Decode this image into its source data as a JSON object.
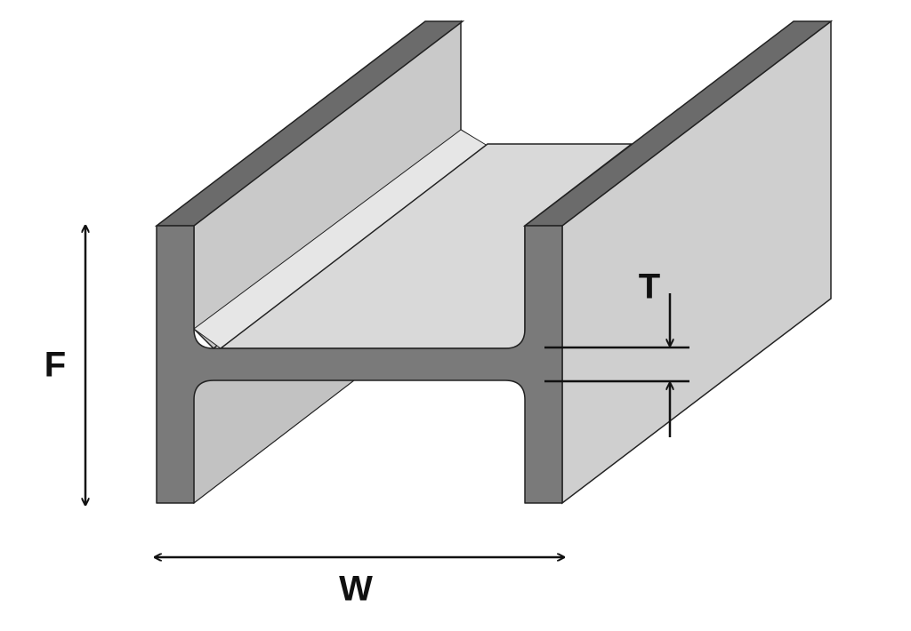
{
  "labels": {
    "flange_height": "F",
    "width": "W",
    "web_thickness": "T"
  },
  "colors": {
    "cross_section": "#7a7a7a",
    "top_edge": "#6b6b6b",
    "flange_inner_face": "#c9c9c9",
    "web_top_face": "#d9d9d9",
    "outer_side_face": "#cfcfcf",
    "under_web_face": "#c2c2c2",
    "outline": "#222222",
    "annotation": "#111111"
  }
}
